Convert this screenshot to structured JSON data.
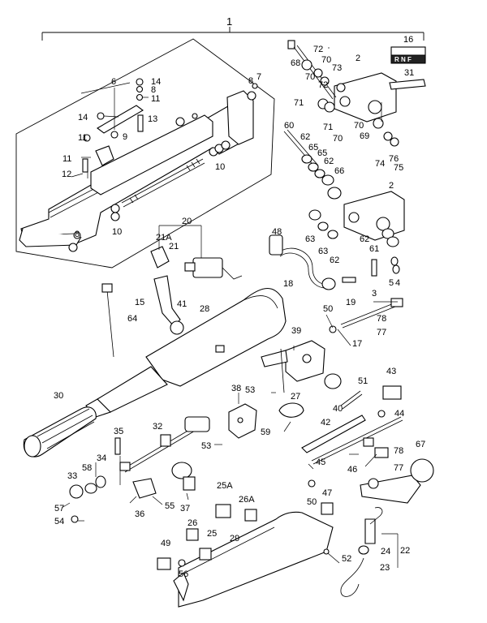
{
  "diagram": {
    "callouts": {
      "c1": "1",
      "c2a": "2",
      "c2b": "2",
      "c3": "3",
      "c4": "4",
      "c5": "5",
      "c6": "6",
      "c7": "7",
      "c8a": "8",
      "c8b": "8",
      "c8c": "8",
      "c9": "9",
      "c10a": "10",
      "c10b": "10",
      "c11a": "11",
      "c11b": "11",
      "c11c": "11",
      "c12": "12",
      "c13": "13",
      "c14a": "14",
      "c14b": "14",
      "c15": "15",
      "c16": "16",
      "c17": "17",
      "c18": "18",
      "c19": "19",
      "c20": "20",
      "c21": "21",
      "c21a": "21A",
      "c22": "22",
      "c23": "23",
      "c24": "24",
      "c25": "25",
      "c25a": "25A",
      "c26": "26",
      "c26a": "26A",
      "c27": "27",
      "c28": "28",
      "c29": "29",
      "c30": "30",
      "c31": "31",
      "c32": "32",
      "c33": "33",
      "c34": "34",
      "c35": "35",
      "c36": "36",
      "c37": "37",
      "c38": "38",
      "c39": "39",
      "c40": "40",
      "c41": "41",
      "c42": "42",
      "c43": "43",
      "c44": "44",
      "c45": "45",
      "c46": "46",
      "c47": "47",
      "c48": "48",
      "c49": "49",
      "c50a": "50",
      "c50b": "50",
      "c51": "51",
      "c52": "52",
      "c53a": "53",
      "c53b": "53",
      "c54": "54",
      "c55": "55",
      "c56": "56",
      "c57": "57",
      "c58": "58",
      "c59": "59",
      "c60": "60",
      "c61": "61",
      "c62a": "62",
      "c62b": "62",
      "c62c": "62",
      "c62d": "62",
      "c63a": "63",
      "c63b": "63",
      "c64": "64",
      "c65a": "65",
      "c65b": "65",
      "c66": "66",
      "c67": "67",
      "c68": "68",
      "c69": "69",
      "c70a": "70",
      "c70b": "70",
      "c70c": "70",
      "c70d": "70",
      "c71a": "71",
      "c71b": "71",
      "c72a": "72",
      "c72b": "72",
      "c73": "73",
      "c74": "74",
      "c75": "75",
      "c76": "76",
      "c77a": "77",
      "c77b": "77",
      "c78a": "78",
      "c78b": "78"
    },
    "decal_text": "R N F"
  }
}
